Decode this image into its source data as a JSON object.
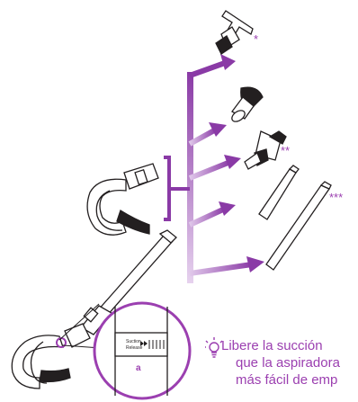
{
  "annotations": {
    "star_1": "*",
    "star_2": "**",
    "star_3": "***",
    "label_a": "a",
    "band_text_1": "Suction",
    "band_text_2": "Release"
  },
  "tip": {
    "line1": "Libere la succión",
    "line2": "que la aspiradora",
    "line3": "más fácil de emp"
  },
  "colors": {
    "accent": "#9b3fb0",
    "accent_light": "#d6b4e0",
    "stroke": "#231f20"
  }
}
